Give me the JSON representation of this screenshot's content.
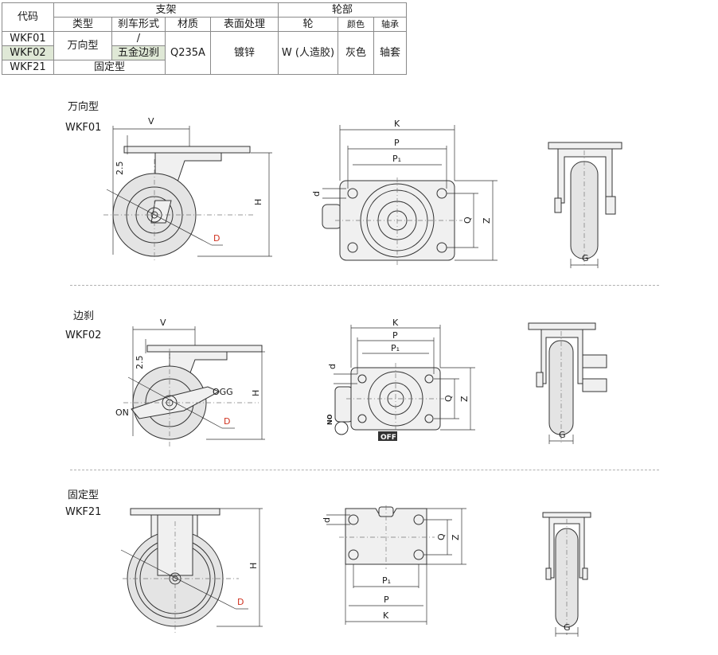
{
  "table": {
    "headers": {
      "code": "代码",
      "bracket": "支架",
      "wheel_part": "轮部",
      "type": "类型",
      "brake": "刹车形式",
      "material": "材质",
      "surface": "表面处理",
      "wheel": "轮",
      "color": "颜色",
      "bearing": "轴承"
    },
    "rows": [
      {
        "code": "WKF01",
        "type": "万向型",
        "brake": "/"
      },
      {
        "code": "WKF02",
        "brake": "五金边刹"
      },
      {
        "code": "WKF21",
        "type": "固定型"
      }
    ],
    "shared": {
      "material": "Q235A",
      "surface": "镀锌",
      "wheel": "W (人造胶)",
      "color": "灰色",
      "bearing": "轴套"
    }
  },
  "sections": [
    {
      "title": "万向型",
      "code": "WKF01"
    },
    {
      "title": "边刹",
      "code": "WKF02"
    },
    {
      "title": "固定型",
      "code": "WKF21"
    }
  ],
  "dims": {
    "V": "V",
    "H": "H",
    "D": "D",
    "K": "K",
    "P": "P",
    "P1": "P₁",
    "d": "d",
    "Q": "Q",
    "Z": "Z",
    "G": "G",
    "offset": "2.5"
  },
  "brake_labels": {
    "on": "ON",
    "off_side": "OGG",
    "off": "OFF",
    "no": "NO"
  },
  "colors": {
    "dimension_D": "#d0311f",
    "highlight": "#dfe8d6"
  }
}
